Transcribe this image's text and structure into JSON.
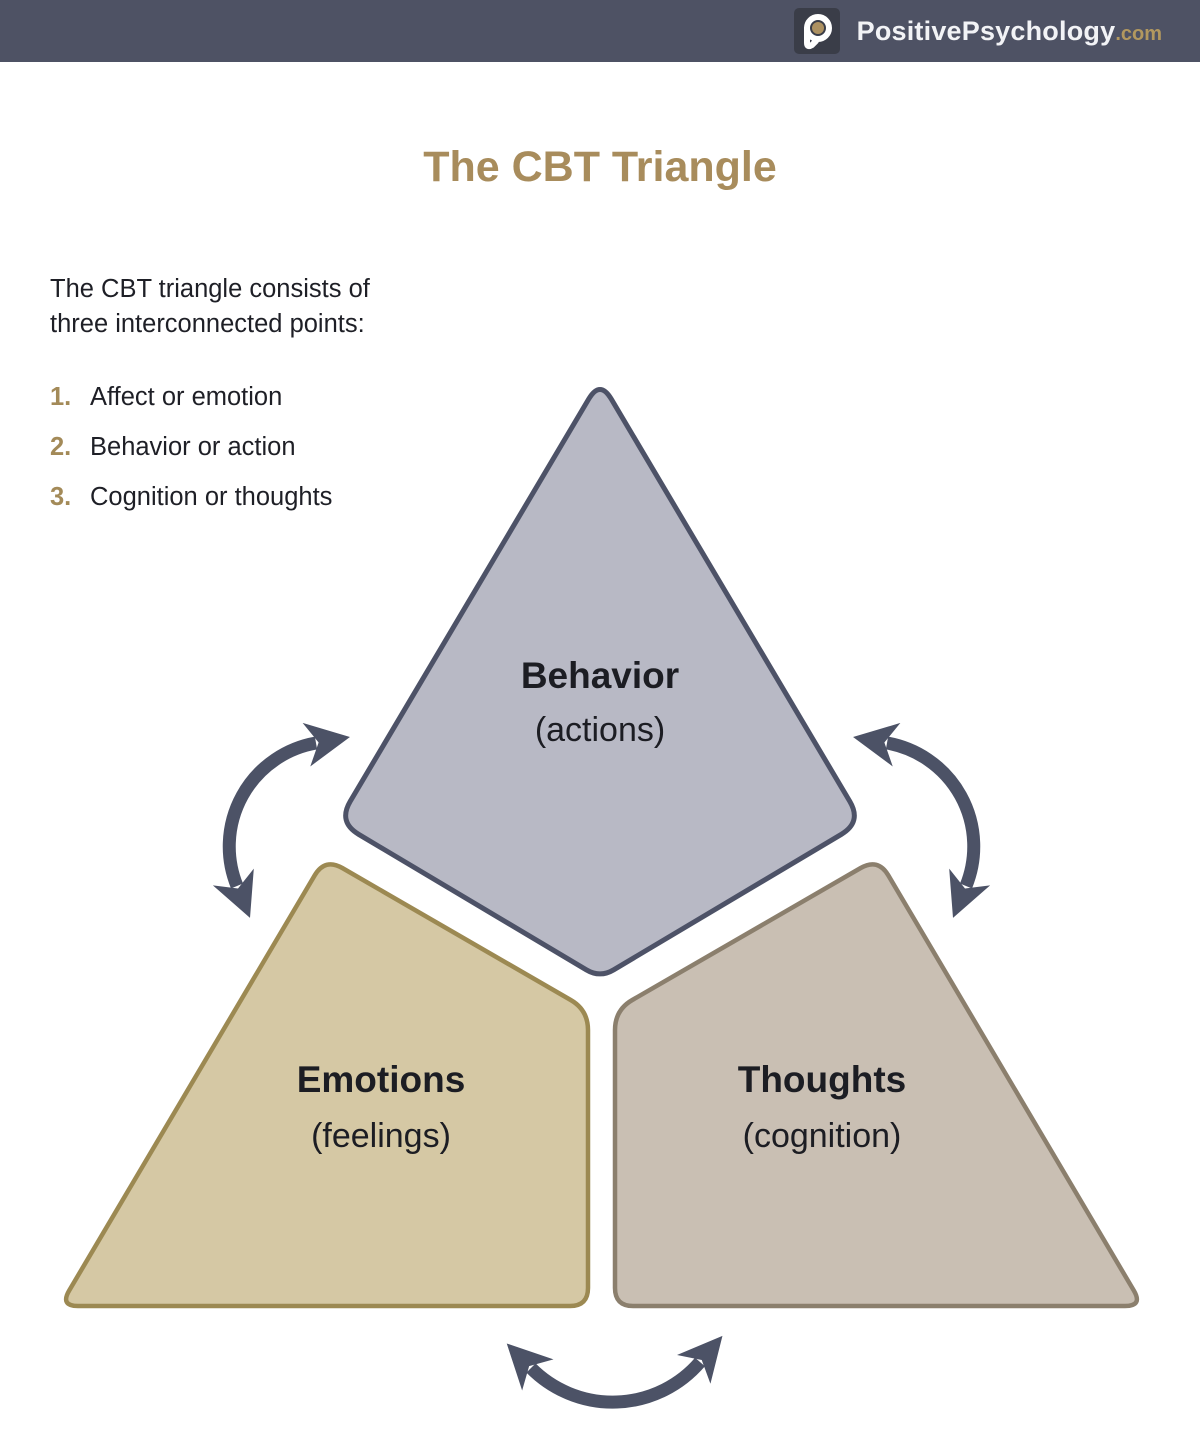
{
  "header": {
    "brand_main": "PositivePsychology",
    "brand_suffix": ".com",
    "logo_icon": "p-logo-icon"
  },
  "title": "The CBT Triangle",
  "intro": {
    "line1": "The CBT triangle consists of",
    "line2": "three interconnected points:"
  },
  "list": {
    "items": [
      {
        "number": "1.",
        "label": "Affect or emotion"
      },
      {
        "number": "2.",
        "label": "Behavior or action"
      },
      {
        "number": "3.",
        "label": "Cognition or thoughts"
      }
    ]
  },
  "diagram": {
    "nodes": [
      {
        "id": "behavior",
        "title": "Behavior",
        "subtitle": "(actions)",
        "fill": "#b8b9c5",
        "border": "#4d5267"
      },
      {
        "id": "emotions",
        "title": "Emotions",
        "subtitle": "(feelings)",
        "fill": "#d5c8a4",
        "border": "#9c8952"
      },
      {
        "id": "thoughts",
        "title": "Thoughts",
        "subtitle": "(cognition)",
        "fill": "#c9bfb3",
        "border": "#8b7f6d"
      }
    ],
    "arrow_color": "#4c5266"
  },
  "colors": {
    "header_bg": "#4e5264",
    "logo_box_bg": "#3a3d48",
    "logo_dot_gold": "#ad9161",
    "accent_gold": "#a88c5c",
    "list_number_gold": "#a38a58",
    "text_dark": "#1e1f26"
  }
}
